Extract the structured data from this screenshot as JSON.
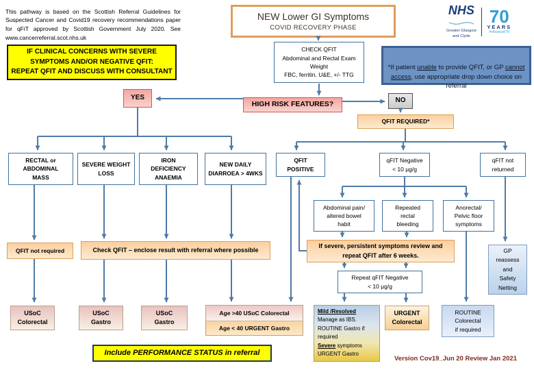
{
  "colors": {
    "accent_orange": "#e09c5a",
    "line_blue": "#4f7aa6",
    "warning_yellow": "#ffff00",
    "note_blue_bg": "#6d93c4",
    "decision_pink": "#f4a6a1",
    "action_peach": "#fbcf9e",
    "nhs_navy": "#1b3f7a",
    "nhs_lightblue": "#2f9fd6",
    "version_red": "#7d2a1c"
  },
  "intro": {
    "text": "This pathway is based on the Scottish Referral Guidelines for Suspected Cancer and Covid19 recovery recommendations paper for qFiT approved by Scottish Government July 2020. See www.cancerreferral.scot.nhs.uk"
  },
  "title": {
    "heading": "NEW Lower GI Symptoms",
    "subheading": "COVID RECOVERY PHASE"
  },
  "logo": {
    "nhs": "NHS",
    "org_line1": "Greater Glasgow",
    "org_line2": "and Clyde",
    "seventy": "70",
    "years": "YEARS",
    "hashtag": "#nhsscot70"
  },
  "warning": {
    "clinical_concerns": "IF CLINICAL CONCERNS WITH SEVERE\nSYMPTOMS AND/OR NEGATIVE QFIT:\nREPEAT QFIT AND DISCUSS WITH CONSULTANT",
    "performance_status": "Include PERFORMANCE STATUS in referral"
  },
  "qfit_note": {
    "part1": "*If patient ",
    "underline1": "unable",
    "part2": " to provide QFIT, or GP ",
    "underline2": "cannot access",
    "part3": ", use appropriate drop down choice on referral"
  },
  "assessment": {
    "check_qfit": "CHECK QFIT\nAbdominal and Rectal Exam\nWeight\nFBC, ferritin, U&E, +/- TTG"
  },
  "decision": {
    "question": "HIGH RISK FEATURES?",
    "yes": "YES",
    "no": "NO",
    "qfit_required": "QFIT REQUIRED*"
  },
  "high_risk_symptoms": {
    "rectal_mass": "RECTAL or\nABDOMINAL\nMASS",
    "weight_loss": "SEVERE WEIGHT\nLOSS",
    "anaemia": "IRON\nDEFICIENCY\nANAEMIA",
    "diarrhoea": "NEW DAILY\nDIARROEA > 4WKS"
  },
  "qfit_results": {
    "positive": "QFIT\nPOSITIVE",
    "negative": "qFIT Negative\n< 10 µg/g",
    "not_returned": "qFIT not\nreturned"
  },
  "low_risk_symptoms": {
    "abdominal": "Abdominal pain/\naltered bowel\nhabit",
    "bleeding": "Repeated\nrectal\nbleeding",
    "anorectal": "Anorectal/\nPelvic floor\nsymptoms"
  },
  "actions": {
    "qfit_not_required": "QFIT not required",
    "check_enclose": "Check QFIT – enclose result with referral where possible",
    "if_severe": "If severe, persistent symptoms review and\nrepeat QFIT after 6 weeks.",
    "repeat_negative": "Repeat qFIT Negative\n< 10 µg/g",
    "gp_reassess": "GP\nreassess\nand\nSafety\nNetting"
  },
  "outcomes": {
    "usoc_colorectal": "USoC\nColorectal",
    "usoc_gastro_1": "USoC\nGastro",
    "usoc_gastro_2": "USoC\nGastro",
    "age_over_40": "Age >40  USoC Colorectal",
    "age_under_40": "Age < 40 URGENT Gastro",
    "urgent_colorectal": "URGENT\nColorectal",
    "routine_colorectal": "ROUTINE\nColorectal\nif required"
  },
  "mild_resolved": {
    "heading": "Mild /Resolved",
    "line1": "Manage as IBS.",
    "line2": "ROUTINE Gastro if\nrequired",
    "severe": "Severe",
    "severe_rest": " symptoms",
    "line3": "URGENT Gastro"
  },
  "footer": {
    "version": "Version Cov19_Jun 20 Review Jan 2021"
  }
}
